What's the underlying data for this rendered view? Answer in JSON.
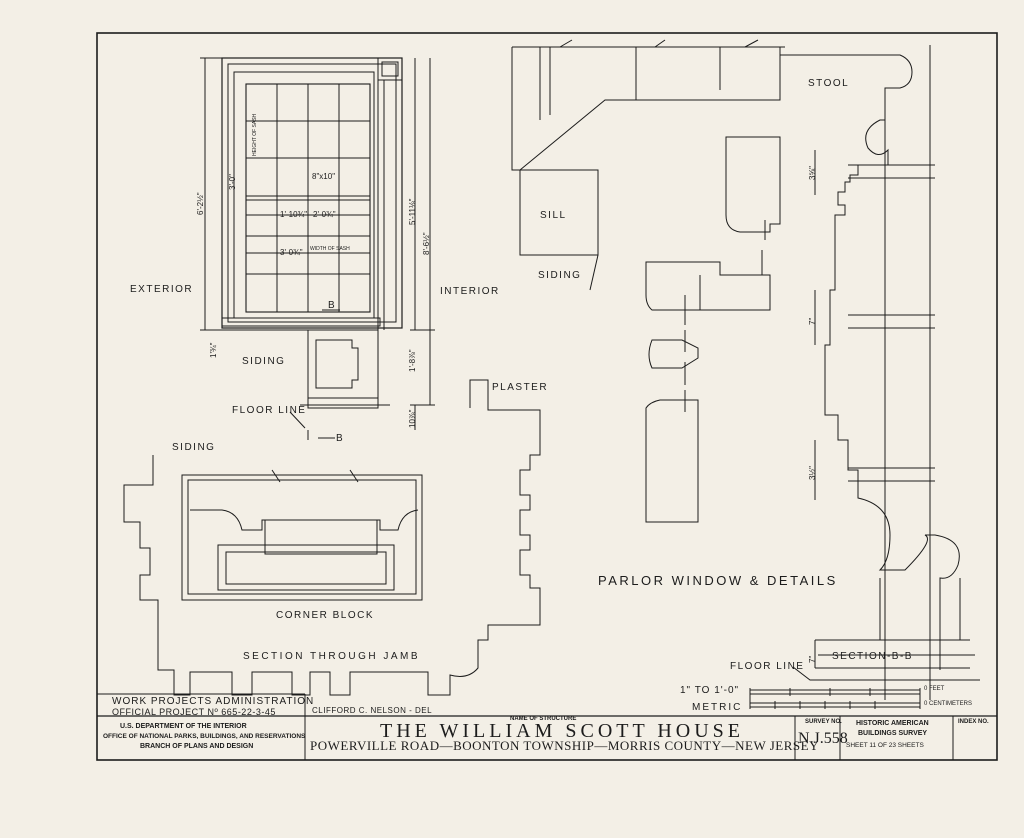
{
  "labels": {
    "exterior": "EXTERIOR",
    "interior": "INTERIOR",
    "siding_left": "SIDING",
    "siding_lower": "SIDING",
    "siding_right": "SIDING",
    "floor_line_left": "FLOOR LINE",
    "floor_line_right": "FLOOR LINE",
    "plaster": "PLASTER",
    "sill": "SILL",
    "stool": "STOOL",
    "corner_block": "CORNER BLOCK",
    "section_jamb": "SECTION THROUGH JAMB",
    "section_bb": "SECTION-B-B",
    "main_title": "PARLOR WINDOW & DETAILS",
    "b_mark_top": "B",
    "b_mark_bottom": "B"
  },
  "dimensions": {
    "window_height_exterior": "6'-2½\"",
    "height_of_sash": "HEIGHT OF SASH",
    "sash_height": "3'-0\"",
    "glass_size": "8\"x10\"",
    "half_width_left": "1'-10¾\"",
    "half_width_right": "2'-0¾\"",
    "sash_width": "3'-0¾\"",
    "width_of_sash": "WIDTH OF SASH",
    "interior_upper": "5'-11⅛\"",
    "interior_total": "8'-6½\"",
    "below_sill_left": "1'¾\"",
    "below_sill_right": "1'-8⅞\"",
    "base_height": "10⅞\"",
    "detail_upper": "3⅝\"",
    "detail_mid": "7\"",
    "detail_lower": "3½\"",
    "detail_bottom": "7\""
  },
  "scale": {
    "imperial_label": "1\" TO 1'-0\"",
    "metric_label": "METRIC",
    "feet_label": "0 FEET",
    "cm_label": "0 CENTIMETERS"
  },
  "title_block": {
    "wpa_line1": "WORK PROJECTS ADMINISTRATION",
    "wpa_line2": "OFFICIAL PROJECT Nº 665-22-3-45",
    "delineator": "CLIFFORD C. NELSON - DEL",
    "dept_line1": "U.S. DEPARTMENT OF THE INTERIOR",
    "dept_line2": "OFFICE OF NATIONAL PARKS, BUILDINGS, AND RESERVATIONS",
    "dept_line3": "BRANCH OF PLANS AND DESIGN",
    "name_of_structure_label": "NAME OF STRUCTURE",
    "structure_name": "THE WILLIAM SCOTT HOUSE",
    "address": "POWERVILLE ROAD—BOONTON TOWNSHIP—MORRIS COUNTY—NEW JERSEY",
    "survey_no_label": "SURVEY NO.",
    "survey_no": "N.J.558",
    "habs_line1": "HISTORIC AMERICAN",
    "habs_line2": "BUILDINGS SURVEY",
    "sheet_text": "SHEET 11 OF 23 SHEETS",
    "index_label": "INDEX NO."
  },
  "colors": {
    "paper": "#f3efe6",
    "ink": "#1c1c1c"
  }
}
